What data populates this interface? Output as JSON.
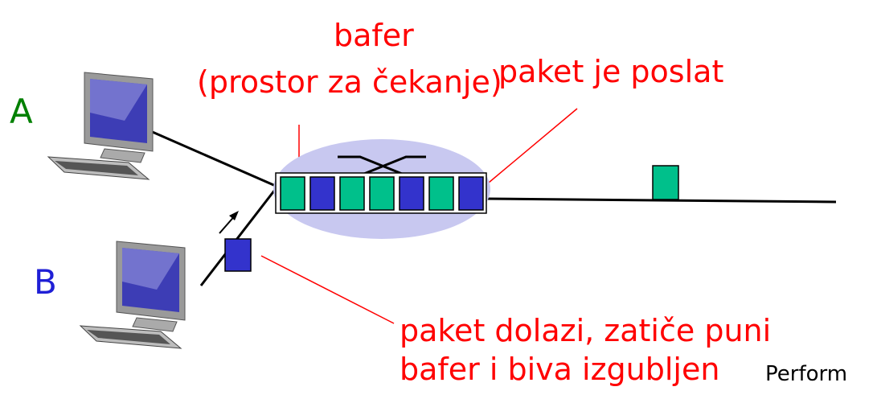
{
  "labels": {
    "buffer_title": "bafer",
    "buffer_sub": "(prostor za čekanje)",
    "sent": "paket je poslat",
    "dropped_line1": "paket dolazi, zatiče puni",
    "dropped_line2": "bafer i biva izgubljen",
    "host_a": "A",
    "host_b": "B",
    "corner_text": "Perform"
  },
  "colors": {
    "label_red": "#ff0000",
    "host_a": "#008000",
    "host_b": "#1f1fd6",
    "packet_green": "#00c08b",
    "packet_blue": "#3333cc",
    "router_fill": "#c8c8f0"
  },
  "queue_packets": [
    "green",
    "blue",
    "green",
    "green",
    "blue",
    "green",
    "blue"
  ]
}
